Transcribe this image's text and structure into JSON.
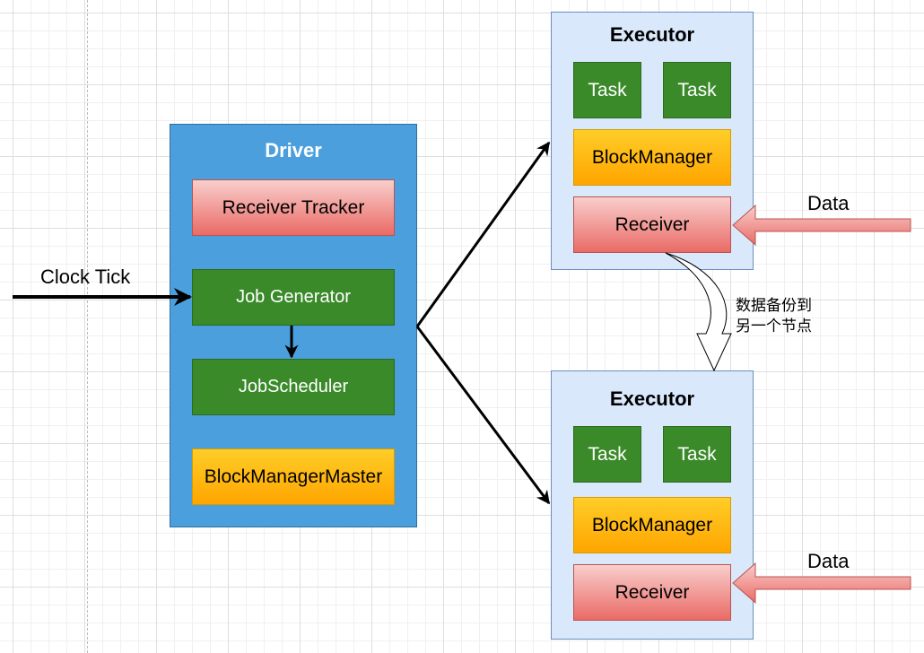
{
  "driver": {
    "title": "Driver",
    "receiver_tracker": "Receiver Tracker",
    "job_generator": "Job Generator",
    "job_scheduler": "JobScheduler",
    "block_manager_master": "BlockManagerMaster"
  },
  "clock_tick": "Clock Tick",
  "executors": [
    {
      "title": "Executor",
      "task1": "Task",
      "task2": "Task",
      "block_manager": "BlockManager",
      "receiver": "Receiver",
      "data": "Data"
    },
    {
      "title": "Executor",
      "task1": "Task",
      "task2": "Task",
      "block_manager": "BlockManager",
      "receiver": "Receiver",
      "data": "Data"
    }
  ],
  "backup_note_line1": "数据备份到",
  "backup_note_line2": "另一个节点",
  "colors": {
    "driver_fill": "#4a9fdc",
    "executor_fill": "#dae8fc",
    "green": "#3a8a2a",
    "orange": "#ffb300",
    "red": "#ea6b66"
  }
}
